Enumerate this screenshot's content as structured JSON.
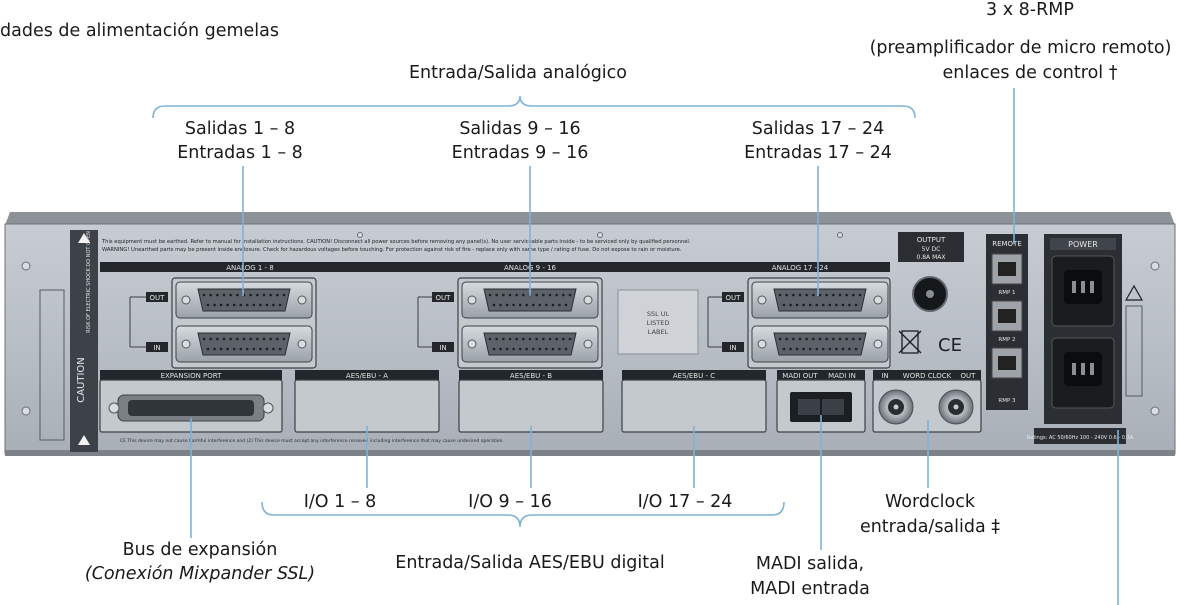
{
  "header": {
    "partial_line": "dades de alimentación gemelas"
  },
  "callouts": {
    "analog_io": "Entrada/Salida analógico",
    "group1_out": "Salidas 1 – 8",
    "group1_in": "Entradas 1 – 8",
    "group2_out": "Salidas 9 – 16",
    "group2_in": "Entradas 9 – 16",
    "group3_out": "Salidas 17 – 24",
    "group3_in": "Entradas 17 – 24",
    "rmp_line1": "3 x 8-RMP",
    "rmp_line2": "(preamplificador de micro remoto)",
    "rmp_line3": "enlaces de control †",
    "io1": "I/O 1 – 8",
    "io2": "I/O 9 – 16",
    "io3": "I/O 17 – 24",
    "aes_digital": "Entrada/Salida AES/EBU digital",
    "expansion_line1": "Bus de expansión",
    "expansion_line2": "(Conexión Mixpander SSL)",
    "wordclock_line1": "Wordclock",
    "wordclock_line2": "entrada/salida ‡",
    "madi_line1": "MADI salida,",
    "madi_line2": "MADI entrada"
  },
  "panel": {
    "warning_text_1": "This equipment must be earthed. Refer to manual for installation instructions. CAUTION! Disconnect all power sources before removing any panel(s). No user serviceable parts inside - to be serviced only by qualified personnel.",
    "warning_text_2": "WARNING! Unearthed parts may be present inside enclosure. Check for hazardous voltages before touching. For protection against risk of fire - replace only with same type / rating of fuse. Do not expose to rain or moisture.",
    "analog_1": "ANALOG 1 - 8",
    "analog_2": "ANALOG 9 - 16",
    "analog_3": "ANALOG 17 - 24",
    "out": "OUT",
    "in": "IN",
    "expansion_port": "EXPANSION PORT",
    "aes_a": "AES/EBU - A",
    "aes_b": "AES/EBU - B",
    "aes_c": "AES/EBU - C",
    "madi_out": "MADI OUT",
    "madi_in": "MADI IN",
    "wc_in": "IN",
    "wc_label": "WORD CLOCK",
    "wc_out": "OUT",
    "output_title": "OUTPUT",
    "output_v": "5V DC",
    "output_a": "0.8A MAX",
    "ul_line1": "SSL UL",
    "ul_line2": "LISTED",
    "ul_line3": "LABEL",
    "ce": "CE",
    "remote": "REMOTE",
    "rmp1": "RMP 1",
    "rmp2": "RMP 2",
    "rmp3": "RMP 3",
    "power": "POWER",
    "caution": "CAUTION",
    "risk": "RISK OF ELECTRIC SHOCK DO NOT OPEN",
    "ratings": "Ratings: AC 50/60Hz 100 - 240V 0.6 - 0.3A",
    "fine_print": "CE This device may not cause harmful interference and (2) This device must accept any interference received including interference that may cause undesired operation."
  },
  "colors": {
    "panel": "#b9bfc6",
    "panel_dark": "#4e545a",
    "label_band": "#23272b",
    "leader": "#7fb3d6",
    "text": "#1a1a1a"
  }
}
